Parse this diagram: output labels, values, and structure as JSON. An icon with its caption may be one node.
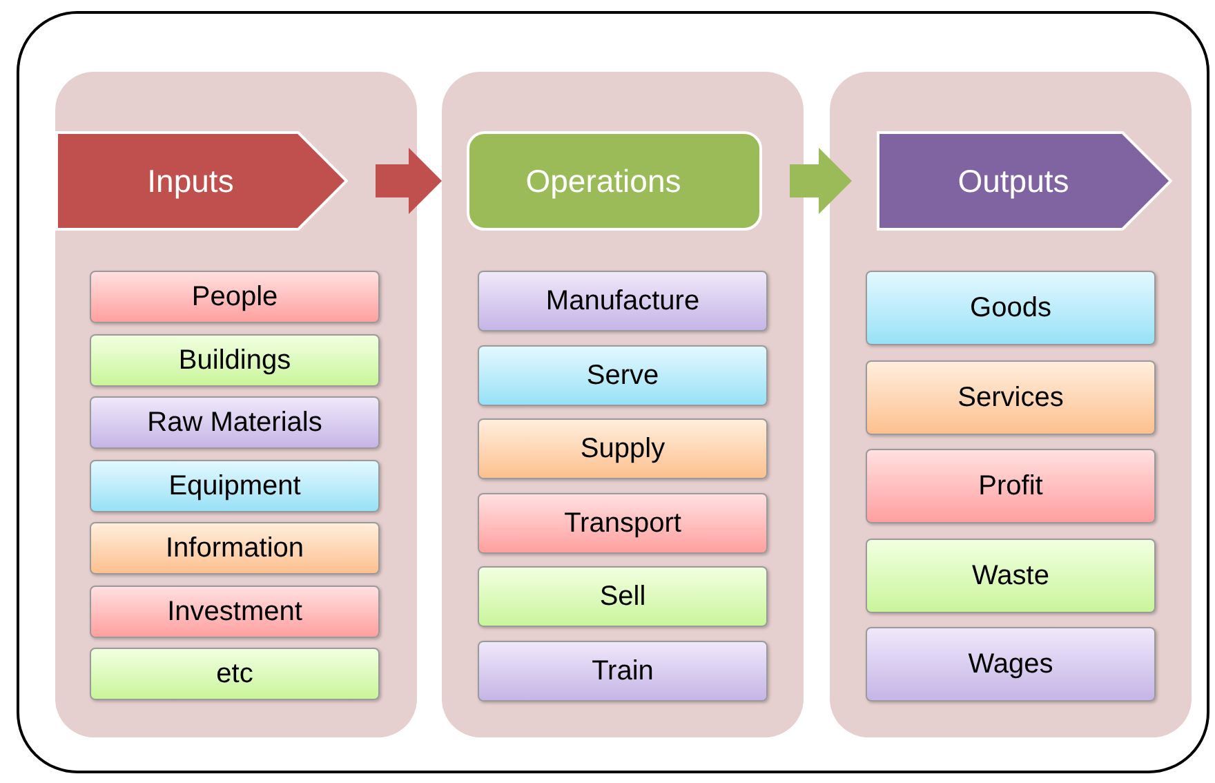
{
  "diagram": {
    "nodes": [
      {
        "text": [],
        "shape": "box"
      },
      {
        "text": [],
        "shape": "box",
        "in": 0
      },
      {
        "text": [
          "Inputs"
        ],
        "in": 1
      },
      {
        "text": [
          "People"
        ],
        "in": 1
      },
      {
        "text": [
          "Buildings"
        ],
        "in": 1
      },
      {
        "text": [
          "Raw Materials"
        ],
        "in": 1
      },
      {
        "text": [
          "Equipment"
        ],
        "in": 1
      },
      {
        "text": [
          "Information"
        ],
        "in": 1
      },
      {
        "text": [
          "Investment"
        ],
        "in": 1
      },
      {
        "text": [
          "etc"
        ],
        "in": 1
      },
      {
        "text": [],
        "shape": "box",
        "in": 0
      },
      {
        "text": [
          "Operations"
        ],
        "in": 10
      },
      {
        "text": [
          "Manufacture"
        ],
        "in": 10
      },
      {
        "text": [
          "Serve"
        ],
        "in": 10
      },
      {
        "text": [
          "Supply"
        ],
        "in": 10
      },
      {
        "text": [
          "Transport"
        ],
        "in": 10
      },
      {
        "text": [
          "Sell"
        ],
        "in": 10
      },
      {
        "text": [
          "Train"
        ],
        "in": 10
      },
      {
        "text": [],
        "shape": "box",
        "in": 0
      },
      {
        "text": [
          "Outputs"
        ],
        "in": 18
      },
      {
        "text": [
          "Goods"
        ],
        "in": 18
      },
      {
        "text": [
          "Services"
        ],
        "in": 18
      },
      {
        "text": [
          "Profit"
        ],
        "in": 18
      },
      {
        "text": [
          "Waste"
        ],
        "in": 18
      },
      {
        "text": [
          "Wages"
        ],
        "in": 18
      }
    ],
    "edges": [
      {
        "from": 2,
        "to": 11,
        "arrow": "to",
        "style": "thick",
        "color": "#c0504d"
      },
      {
        "from": 11,
        "to": 19,
        "arrow": "to",
        "style": "thick",
        "color": "#9bbb59"
      }
    ]
  }
}
